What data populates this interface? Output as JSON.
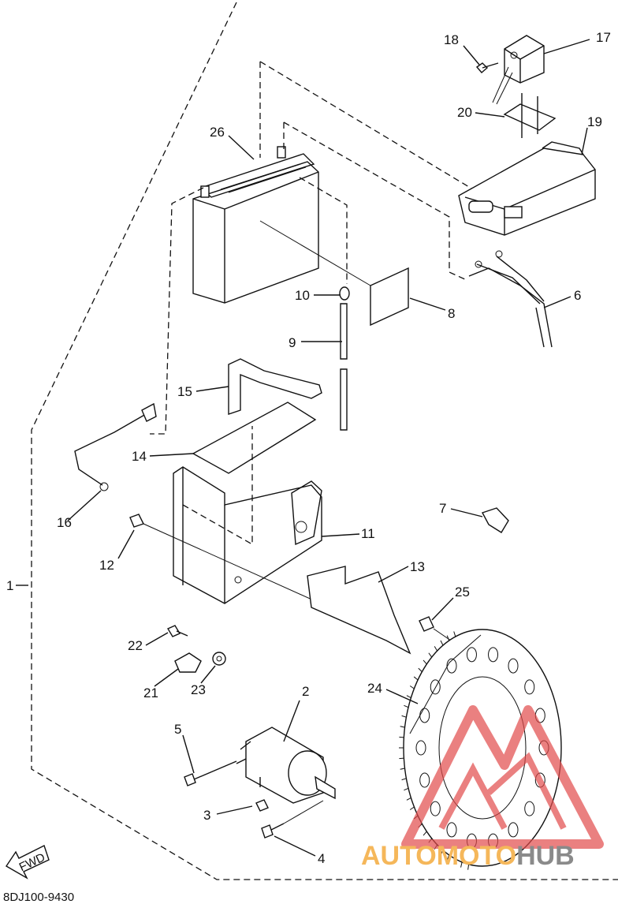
{
  "diagram": {
    "code": "8DJ100-9430",
    "fwd_label": "FWD",
    "watermark": {
      "part1": "AUTOMOTO",
      "part2": "HUB"
    },
    "callouts": [
      {
        "id": "1",
        "text": "1"
      },
      {
        "id": "2",
        "text": "2"
      },
      {
        "id": "3",
        "text": "3"
      },
      {
        "id": "4",
        "text": "4"
      },
      {
        "id": "5",
        "text": "5"
      },
      {
        "id": "6",
        "text": "6"
      },
      {
        "id": "7",
        "text": "7"
      },
      {
        "id": "8",
        "text": "8"
      },
      {
        "id": "9",
        "text": "9"
      },
      {
        "id": "10",
        "text": "10"
      },
      {
        "id": "11",
        "text": "11"
      },
      {
        "id": "12",
        "text": "12"
      },
      {
        "id": "13",
        "text": "13"
      },
      {
        "id": "14",
        "text": "14"
      },
      {
        "id": "15",
        "text": "15"
      },
      {
        "id": "16",
        "text": "16"
      },
      {
        "id": "17",
        "text": "17"
      },
      {
        "id": "18",
        "text": "18"
      },
      {
        "id": "19",
        "text": "19"
      },
      {
        "id": "20",
        "text": "20"
      },
      {
        "id": "21",
        "text": "21"
      },
      {
        "id": "22",
        "text": "22"
      },
      {
        "id": "23",
        "text": "23"
      },
      {
        "id": "24",
        "text": "24"
      },
      {
        "id": "25",
        "text": "25"
      },
      {
        "id": "26",
        "text": "26"
      }
    ]
  }
}
